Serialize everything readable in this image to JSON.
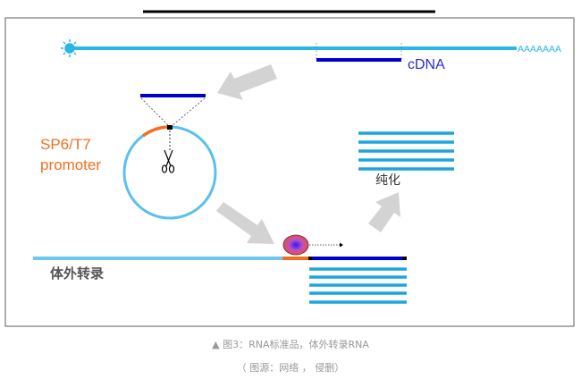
{
  "diagram": {
    "polya_label": "AAAAAAA",
    "cdna_label": "cDNA",
    "promoter_line1": "SP6/T7",
    "promoter_line2": "promoter",
    "purify_label": "纯化",
    "ivt_label": "体外转录"
  },
  "caption": {
    "title": "▲ 图3：RNA标准品，体外转录RNA",
    "source": "（ 图源：网络 ， 侵删）"
  },
  "colors": {
    "rna": "#29b6e8",
    "dna": "#0000cc",
    "promoter": "#f07020",
    "arrow": "#d3d3d3"
  }
}
